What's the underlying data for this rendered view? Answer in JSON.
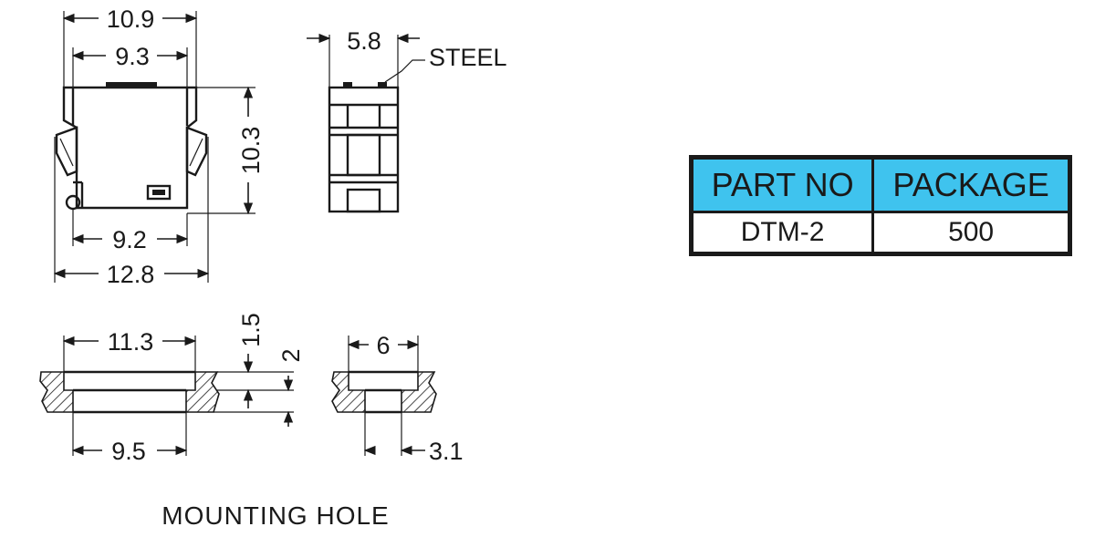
{
  "dimensions": {
    "front_outer_width": "10.9",
    "front_inner_width": "9.3",
    "front_height": "10.3",
    "front_bottom_width": "9.2",
    "front_total_width": "12.8",
    "side_width": "5.8",
    "steel_label": "STEEL",
    "hole_top_width": "11.3",
    "hole_bottom_width": "9.5",
    "hole_step_thickness": "1.5",
    "hole_total_thickness": "2",
    "hole_side_width": "6",
    "hole_side_bottom": "3.1"
  },
  "caption": "MOUNTING HOLE",
  "table": {
    "headers": [
      "PART NO",
      "PACKAGE"
    ],
    "rows": [
      [
        "DTM-2",
        "500"
      ]
    ],
    "header_color": "#3fc3ee"
  }
}
